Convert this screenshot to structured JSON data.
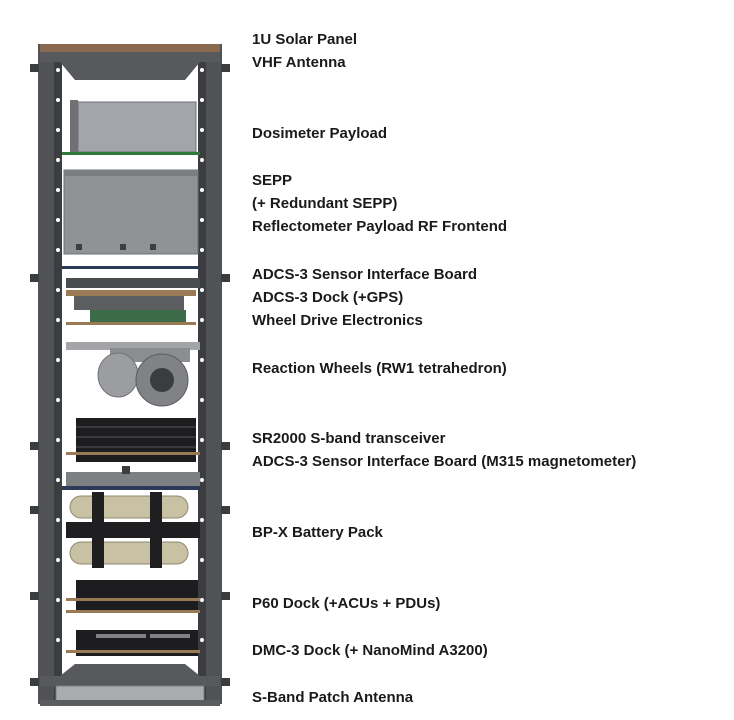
{
  "labels": [
    {
      "lines": [
        "1U Solar Panel",
        "VHF Antenna"
      ]
    },
    {
      "lines": [
        "Dosimeter Payload"
      ]
    },
    {
      "lines": [
        "SEPP",
        "(+ Redundant SEPP)",
        "Reflectometer Payload RF Frontend"
      ]
    },
    {
      "lines": [
        "ADCS-3 Sensor Interface Board",
        "ADCS-3 Dock (+GPS)",
        "Wheel Drive Electronics"
      ]
    },
    {
      "lines": [
        "Reaction Wheels (RW1 tetrahedron)"
      ]
    },
    {
      "lines": [
        "SR2000 S-band transceiver",
        "ADCS-3 Sensor Interface Board (M315 magnetometer)"
      ]
    },
    {
      "lines": [
        "BP-X Battery Pack"
      ]
    },
    {
      "lines": [
        "P60 Dock (+ACUs + PDUs)"
      ]
    },
    {
      "lines": [
        "DMC-3 Dock (+ NanoMind A3200)"
      ]
    },
    {
      "lines": [
        "S-Band Patch Antenna"
      ]
    }
  ],
  "colors": {
    "frame": "#4d4f52",
    "frame_dark": "#2e3033",
    "panel": "#9ea0a4",
    "copper": "#9a7a55",
    "pcb_green": "#2f7a3a",
    "board_dark": "#1d1d1f",
    "battery": "#c9c1a4"
  }
}
